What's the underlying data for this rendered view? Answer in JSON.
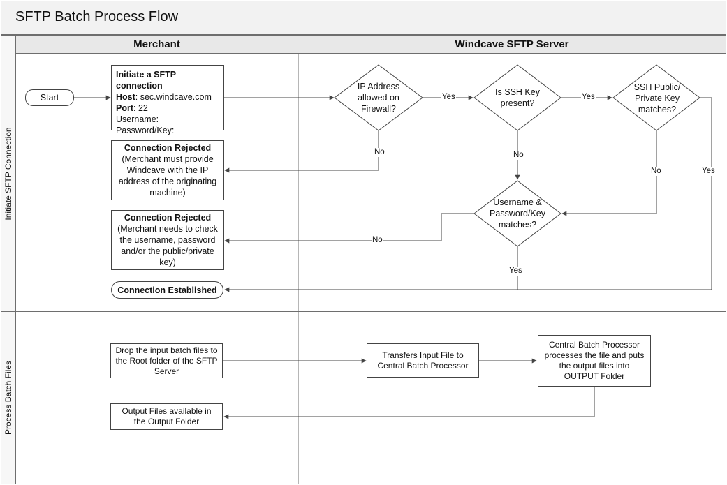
{
  "title": "SFTP Batch Process Flow",
  "lanes": {
    "merchant": "Merchant",
    "server": "Windcave SFTP Server"
  },
  "rows": {
    "connection": "Initiate SFTP Connection",
    "batch": "Process Batch Files"
  },
  "nodes": {
    "start": "Start",
    "initiate": {
      "heading": "Initiate a SFTP connection",
      "host_label": "Host",
      "host_value": ": sec.windcave.com",
      "port_label": "Port",
      "port_value": ": 22",
      "username": "Username:",
      "password": "Password/Key:"
    },
    "ip_decision": "IP Address allowed on Firewall?",
    "ssh_key_decision": "Is SSH Key present?",
    "ssh_match_decision": "SSH Public/ Private Key matches?",
    "userpass_decision": "Username & Password/Key matches?",
    "rejected_ip": {
      "heading": "Connection Rejected",
      "body": "(Merchant must provide Windcave with the IP address of the originating machine)"
    },
    "rejected_credentials": {
      "heading": "Connection Rejected",
      "body": "(Merchant needs to check the username, password and/or the public/private key)"
    },
    "established": "Connection Established",
    "drop_files": "Drop the input batch files to the Root folder of the SFTP Server",
    "transfer": "Transfers Input File to Central Batch Processor",
    "central": "Central Batch Processor processes the file and puts the output files into OUTPUT Folder",
    "output": "Output Files available in the Output Folder"
  },
  "edge_labels": {
    "ip_yes": "Yes",
    "ip_no": "No",
    "sshkey_yes": "Yes",
    "sshkey_no": "No",
    "sshmatch_no": "No",
    "sshmatch_yes": "Yes",
    "userpass_no": "No",
    "userpass_yes": "Yes"
  },
  "colors": {
    "line": "#444444",
    "lane_header": "#e8e8e8",
    "title_bg": "#f2f2f2"
  }
}
